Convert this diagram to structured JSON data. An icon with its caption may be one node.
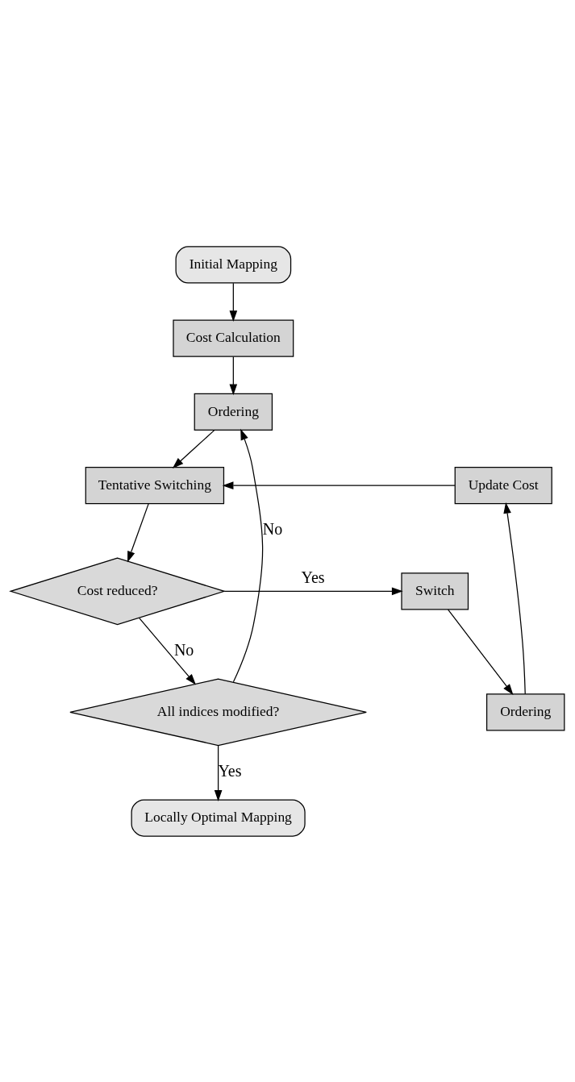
{
  "diagram": {
    "nodes": [
      {
        "text": [
          "Initial Mapping"
        ]
      },
      {
        "text": [
          "Cost Calculation"
        ]
      },
      {
        "text": [
          "Ordering"
        ]
      },
      {
        "text": [
          "Tentative Switching"
        ]
      },
      {
        "text": [
          "Cost reduced?"
        ]
      },
      {
        "text": [
          "Switch"
        ]
      },
      {
        "text": [
          "Ordering"
        ]
      },
      {
        "text": [
          "Update Cost"
        ]
      },
      {
        "text": [
          "All indices modified?"
        ]
      },
      {
        "text": [
          "Locally Optimal Mapping"
        ]
      }
    ],
    "edges": [
      {
        "from": 0,
        "to": 1,
        "arrow": "to"
      },
      {
        "from": 1,
        "to": 2,
        "arrow": "to"
      },
      {
        "from": 2,
        "to": 3,
        "arrow": "to"
      },
      {
        "from": 3,
        "to": 4,
        "arrow": "to"
      },
      {
        "from": 4,
        "to": 5,
        "arrow": "to",
        "label": "Yes"
      },
      {
        "from": 5,
        "to": 6,
        "arrow": "to"
      },
      {
        "from": 6,
        "to": 7,
        "arrow": "to"
      },
      {
        "from": 7,
        "to": 3,
        "arrow": "to"
      },
      {
        "from": 4,
        "to": 8,
        "arrow": "to",
        "label": "No"
      },
      {
        "from": 8,
        "to": 9,
        "arrow": "to",
        "label": "Yes"
      },
      {
        "from": 8,
        "to": 2,
        "arrow": "to",
        "label": "No"
      }
    ]
  }
}
